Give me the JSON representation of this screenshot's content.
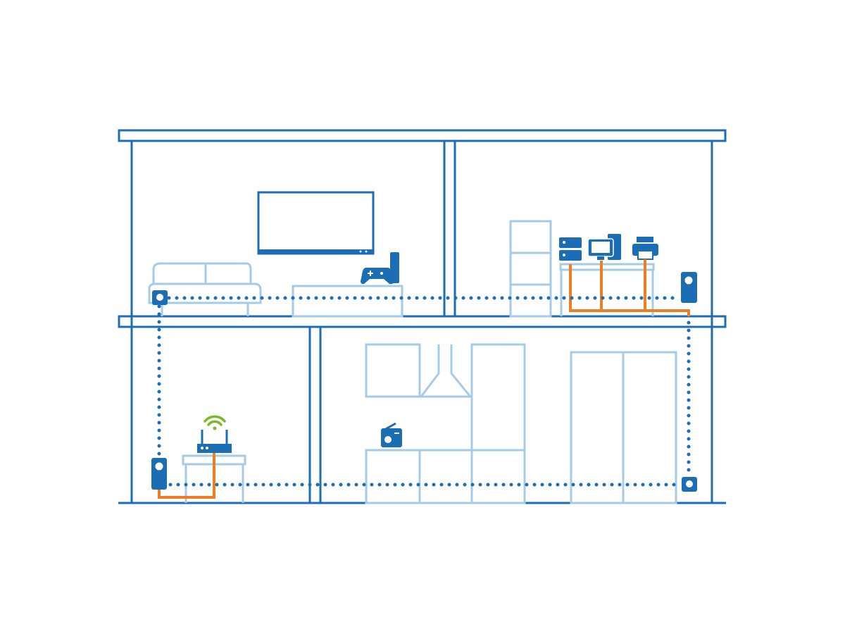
{
  "diagram": {
    "colors": {
      "structure": "#1b6db4",
      "furniture": "#a6cbe6",
      "ethernet": "#ef7d22",
      "wifi": "#7ab929",
      "powerline": "#1b6db4"
    },
    "rooms": [
      "living-room",
      "office",
      "utility-room",
      "kitchen"
    ],
    "devices": [
      "tv",
      "game-console",
      "server",
      "desktop-computer",
      "printer",
      "wifi-router",
      "radio"
    ],
    "adapters": [
      "powerline-adapter-upper-left",
      "powerline-adapter-upper-right",
      "powerline-adapter-lower-left",
      "powerline-adapter-lower-right"
    ]
  }
}
